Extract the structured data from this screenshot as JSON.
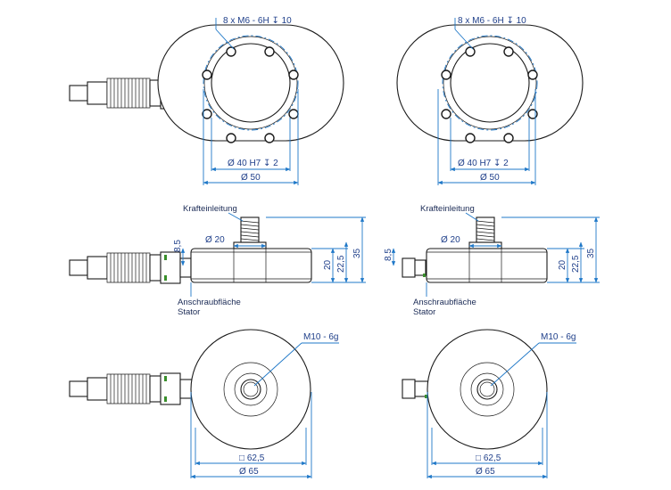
{
  "top_left": {
    "label_holes": "8 x M6 - 6H ↧ 10",
    "label_bore": "Ø 40 H7 ↧ 2",
    "label_outer": "Ø 50"
  },
  "top_right": {
    "label_holes": "8 x M6 - 6H ↧ 10",
    "label_bore": "Ø 40 H7 ↧ 2",
    "label_outer": "Ø 50"
  },
  "mid_left": {
    "force_input": "Krafteinleitung",
    "d20": "Ø 20",
    "h85": "8,5",
    "h20": "20",
    "h225": "22,5",
    "h35": "35",
    "stator_1": "Anschraubfläche",
    "stator_2": "Stator"
  },
  "mid_right": {
    "force_input": "Krafteinleitung",
    "d20": "Ø 20",
    "h85": "8,5",
    "h20": "20",
    "h225": "22,5",
    "h35": "35",
    "stator_1": "Anschraubfläche",
    "stator_2": "Stator"
  },
  "bot_left": {
    "thread": "M10 - 6g",
    "sq": "□ 62,5",
    "d65": "Ø 65"
  },
  "bot_right": {
    "thread": "M10 - 6g",
    "sq": "□ 62,5",
    "d65": "Ø 65"
  }
}
